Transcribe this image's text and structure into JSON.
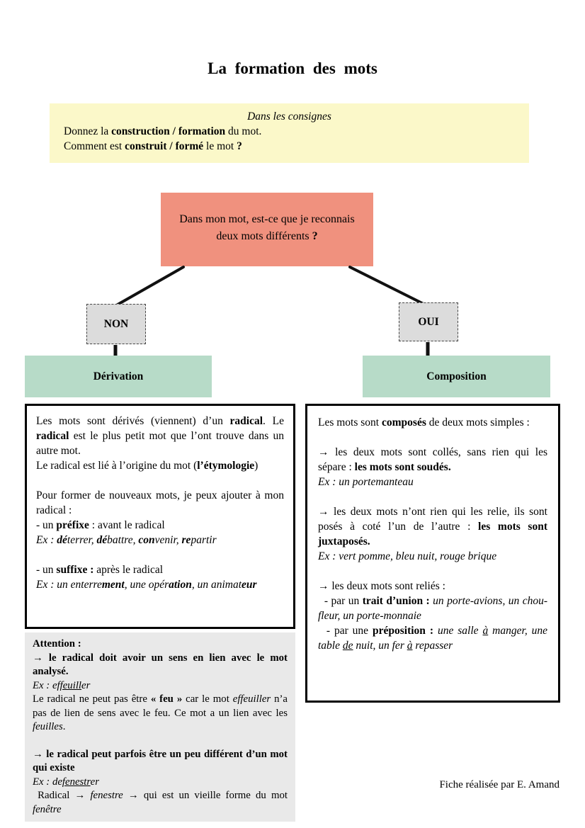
{
  "colors": {
    "yellow": "#FBF8C9",
    "salmon": "#F0917E",
    "green": "#B7DBC8",
    "nodegray": "#DCDCDC",
    "graybox": "#E9E9E9"
  },
  "page": {
    "title": "La formation des mots",
    "footer": "Fiche réalisée par E. Amand"
  },
  "consignes": {
    "heading": "Dans les consignes",
    "lines": [
      [
        {
          "t": "Donnez la "
        },
        {
          "t": "construction / formation",
          "s": "b"
        },
        {
          "t": " du mot."
        }
      ],
      [
        {
          "t": "Comment est "
        },
        {
          "t": "construit / formé",
          "s": "b"
        },
        {
          "t": " le mot "
        },
        {
          "t": "?",
          "s": "b"
        }
      ]
    ]
  },
  "question": [
    {
      "t": "Dans mon mot, est-ce que je reconnais deux mots différents "
    },
    {
      "t": "?",
      "s": "b"
    }
  ],
  "branches": {
    "no": "NON",
    "yes": "OUI"
  },
  "bands": {
    "left": "Dérivation",
    "right": "Composition"
  },
  "derivation": {
    "paragraphs": [
      [
        {
          "t": "Les mots sont dérivés (viennent) d’un "
        },
        {
          "t": "radical",
          "s": "b"
        },
        {
          "t": ". Le "
        },
        {
          "t": "radical",
          "s": "b"
        },
        {
          "t": " est le plus petit mot que l’ont trouve dans un autre mot."
        }
      ],
      [
        {
          "t": "Le radical est lié à l’origine du mot ("
        },
        {
          "t": "l’étymologie",
          "s": "b"
        },
        {
          "t": ")"
        }
      ],
      [
        {
          "t": "Pour former de nouveaux mots, je peux ajouter à mon radical :"
        }
      ],
      [
        {
          "t": "- un "
        },
        {
          "t": "préfixe",
          "s": "b"
        },
        {
          "t": " : avant le radical"
        }
      ],
      [
        {
          "t": "Ex : ",
          "s": "i"
        },
        {
          "t": "dé",
          "s": "bi"
        },
        {
          "t": "terrer, ",
          "s": "i"
        },
        {
          "t": "dé",
          "s": "bi"
        },
        {
          "t": "battre, ",
          "s": "i"
        },
        {
          "t": "con",
          "s": "bi"
        },
        {
          "t": "venir, ",
          "s": "i"
        },
        {
          "t": "re",
          "s": "bi"
        },
        {
          "t": "partir",
          "s": "i"
        }
      ],
      [
        {
          "t": "- un "
        },
        {
          "t": "suffixe :",
          "s": "b"
        },
        {
          "t": " après le radical"
        }
      ],
      [
        {
          "t": "Ex : un enterre",
          "s": "i"
        },
        {
          "t": "ment",
          "s": "bi"
        },
        {
          "t": ", une opér",
          "s": "i"
        },
        {
          "t": "ation",
          "s": "bi"
        },
        {
          "t": ", un animat",
          "s": "i"
        },
        {
          "t": "eur",
          "s": "bi"
        }
      ]
    ]
  },
  "composition": {
    "paragraphs": [
      [
        {
          "t": "Les mots sont "
        },
        {
          "t": "composés",
          "s": "b"
        },
        {
          "t": " de deux mots simples :"
        }
      ],
      [
        {
          "t": "→ les deux mots sont collés, sans rien qui les sépare : "
        },
        {
          "t": "les mots sont soudés.",
          "s": "b"
        }
      ],
      [
        {
          "t": "Ex : un portemanteau",
          "s": "i"
        }
      ],
      [
        {
          "t": "→ les deux mots n’ont rien qui les relie, ils sont posés à coté l’un de l’autre : "
        },
        {
          "t": "les mots sont juxtaposés.",
          "s": "b"
        }
      ],
      [
        {
          "t": "Ex : vert pomme, bleu nuit, rouge brique",
          "s": "i"
        }
      ],
      [
        {
          "t": "→ les deux mots sont reliés :"
        }
      ],
      [
        {
          "t": "  - par un "
        },
        {
          "t": "trait d’union :",
          "s": "b"
        },
        {
          "t": " "
        },
        {
          "t": "un porte-avions, un chou-fleur, un porte-monnaie",
          "s": "i"
        }
      ],
      [
        {
          "t": "  - par une "
        },
        {
          "t": "préposition :",
          "s": "b"
        },
        {
          "t": " "
        },
        {
          "t": "une salle ",
          "s": "i"
        },
        {
          "t": "à",
          "s": "iu"
        },
        {
          "t": " manger, une table ",
          "s": "i"
        },
        {
          "t": "de",
          "s": "iu"
        },
        {
          "t": " nuit, un fer ",
          "s": "i"
        },
        {
          "t": "à",
          "s": "iu"
        },
        {
          "t": " repasser",
          "s": "i"
        }
      ]
    ]
  },
  "attention": {
    "paragraphs": [
      [
        {
          "t": "Attention :",
          "s": "b"
        }
      ],
      [
        {
          "t": "→ le radical doit avoir un sens en lien avec le mot analysé.",
          "s": "b"
        }
      ],
      [
        {
          "t": "Ex : ",
          "s": "i"
        },
        {
          "t": "ef",
          "s": "i"
        },
        {
          "t": "feuill",
          "s": "iu"
        },
        {
          "t": "er",
          "s": "i"
        }
      ],
      [
        {
          "t": "Le radical ne peut pas être "
        },
        {
          "t": "« feu »",
          "s": "b"
        },
        {
          "t": " car le mot "
        },
        {
          "t": "effeuiller",
          "s": "i"
        },
        {
          "t": " n’a pas de lien de sens avec le feu. Ce mot a un lien avec les "
        },
        {
          "t": "feuilles",
          "s": "i"
        },
        {
          "t": "."
        }
      ],
      [
        {
          "t": "→ le radical peut parfois être un peu différent d’un mot qui existe",
          "s": "b"
        }
      ],
      [
        {
          "t": "Ex : ",
          "s": "i"
        },
        {
          "t": "de",
          "s": "i"
        },
        {
          "t": "fenestr",
          "s": "iu"
        },
        {
          "t": "er",
          "s": "i"
        }
      ],
      [
        {
          "t": " Radical → "
        },
        {
          "t": "fenestre",
          "s": "i"
        },
        {
          "t": " → qui est un vieille forme du mot "
        },
        {
          "t": "fenêtre",
          "s": "i"
        }
      ]
    ]
  }
}
